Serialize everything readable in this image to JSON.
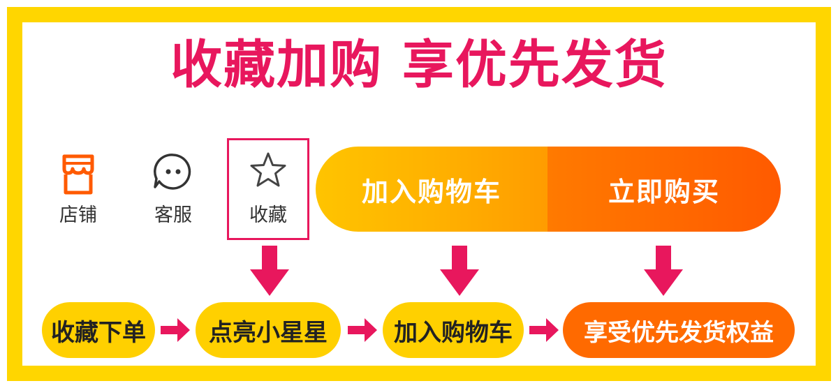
{
  "headline": "收藏加购 享优先发货",
  "toolbar": {
    "shop": {
      "label": "店铺",
      "icon": "store-icon"
    },
    "service": {
      "label": "客服",
      "icon": "chat-face-icon"
    },
    "favorite": {
      "label": "收藏",
      "icon": "star-icon"
    }
  },
  "buttons": {
    "add_to_cart": "加入购物车",
    "buy_now": "立即购买"
  },
  "steps": [
    "收藏下单",
    "点亮小星星",
    "加入购物车",
    "享受优先发货权益"
  ],
  "colors": {
    "frame": "#ffd600",
    "accent": "#e8175d",
    "cart_button": "#ffb000",
    "buy_button": "#ff5a00",
    "store_icon": "#ff5a00"
  }
}
